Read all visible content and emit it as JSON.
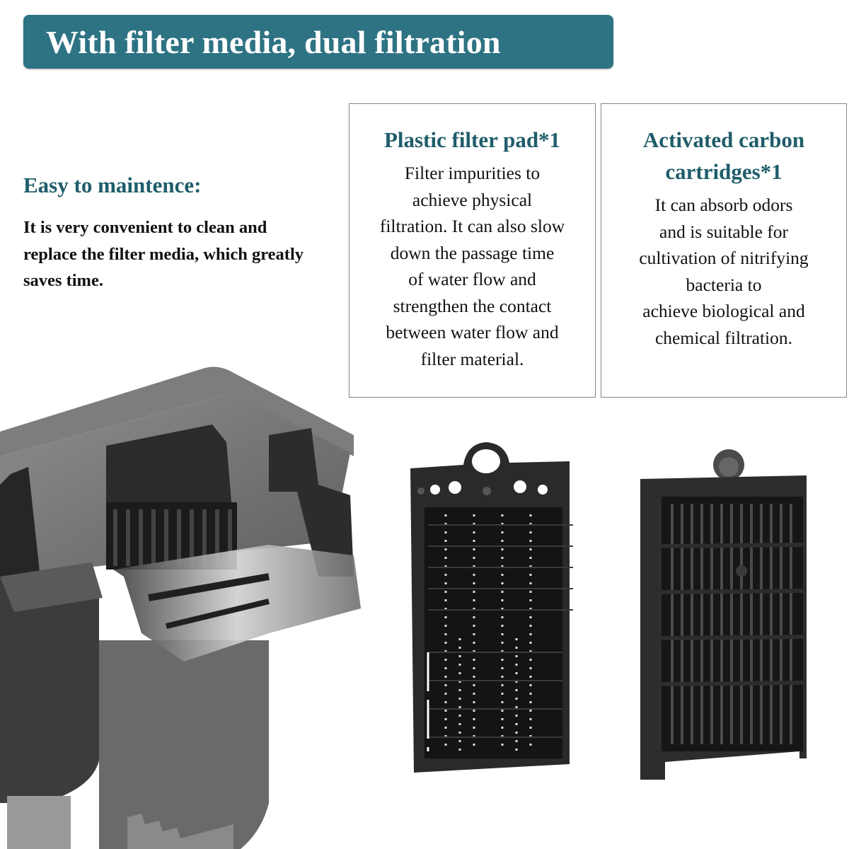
{
  "banner": {
    "title": "With filter media, dual filtration",
    "color": "#2e7383"
  },
  "maintenance": {
    "title": "Easy to maintence:",
    "body": "It is very convenient to clean and replace the filter media, which greatly saves time."
  },
  "cards": [
    {
      "title": "Plastic filter pad*1",
      "body": "Filter impurities to\nachieve physical\nfiltration. It can also slow\ndown the passage time\nof water flow and\nstrengthen the contact\nbetween water flow and\nfilter material."
    },
    {
      "title": "Activated carbon\ncartridges*1",
      "body": "It can absorb odors\nand is suitable for\ncultivation of nitrifying\nbacteria to\nachieve biological and\nchemical filtration."
    }
  ],
  "images": {
    "filter_box": "hang-on aquarium filter box (cutaway)",
    "filter_pad": "plastic filter pad",
    "carbon_cartridge": "activated carbon cartridge"
  },
  "colors": {
    "heading": "#1f5d6a",
    "body_text": "#111111",
    "card_border": "#7d8a8e"
  }
}
